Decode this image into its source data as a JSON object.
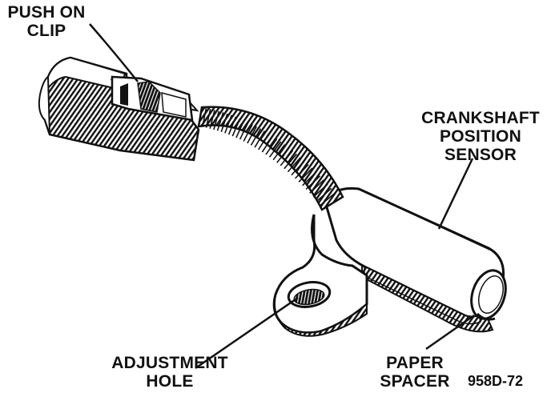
{
  "labels": {
    "push_on_clip": {
      "line1": "PUSH ON",
      "line2": "CLIP"
    },
    "crankshaft_sensor": {
      "line1": "CRANKSHAFT",
      "line2": "POSITION",
      "line3": "SENSOR"
    },
    "adjustment_hole": {
      "line1": "ADJUSTMENT",
      "line2": "HOLE"
    },
    "paper_spacer": {
      "line1": "PAPER",
      "line2": "SPACER"
    }
  },
  "figure_number": "958D-72",
  "colors": {
    "ink": "#111111",
    "paper": "#ffffff"
  }
}
